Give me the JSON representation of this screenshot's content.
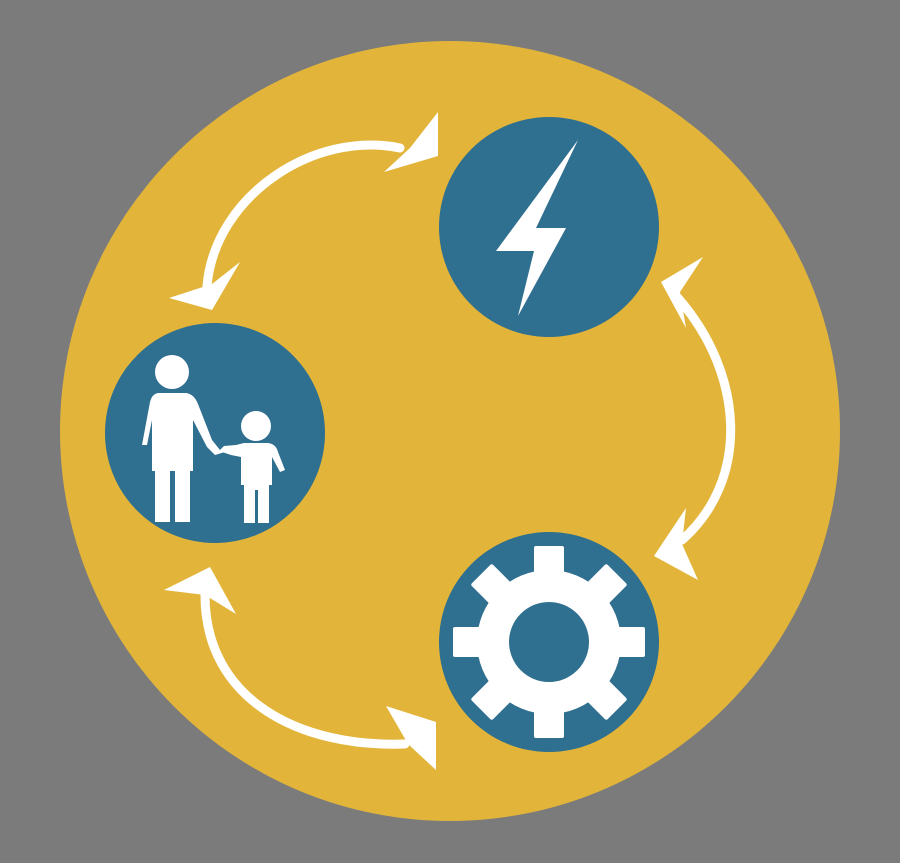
{
  "colors": {
    "background": "#7b7b7b",
    "disc": "#e2b53a",
    "node": "#2f6f8f",
    "foreground": "#ffffff"
  },
  "nodes": [
    {
      "id": "family",
      "icon": "parent-and-child-icon"
    },
    {
      "id": "energy",
      "icon": "lightning-bolt-icon"
    },
    {
      "id": "system",
      "icon": "gear-icon"
    }
  ],
  "connections": [
    {
      "from": "family",
      "to": "energy",
      "style": "double-headed-arrow"
    },
    {
      "from": "energy",
      "to": "system",
      "style": "double-headed-arrow"
    },
    {
      "from": "system",
      "to": "family",
      "style": "double-headed-arrow"
    }
  ]
}
